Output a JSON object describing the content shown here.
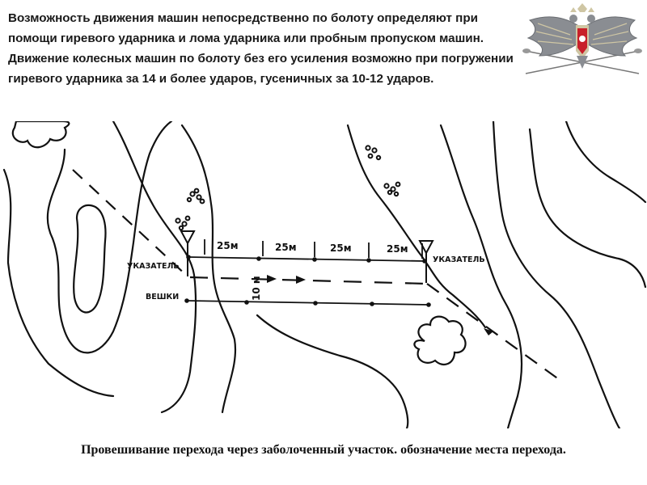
{
  "intro_text": "Возможность движения машин непосредственно по болоту определяют при помощи гиревого ударника и лома ударника или пробным пропуском машин. Движение колесных машин по болоту без его усиления возможно при погружении гиревого ударника за 14 и более ударов, гусеничных за 10-12 ударов.",
  "emblem": {
    "icon": "double-headed-eagle-emblem",
    "colors": {
      "gold": "#cfc6a4",
      "grey": "#8a8d92",
      "red": "#c8202a"
    }
  },
  "diagram": {
    "distance_labels": [
      "25м",
      "25м",
      "25м",
      "25м"
    ],
    "width_label": "10 м",
    "pointer_label_left": "УКАЗАТЕЛЬ",
    "pointer_label_right": "УКАЗАТЕЛЬ",
    "stakes_label": "ВЕШКИ"
  },
  "caption": "Провешивание перехода через заболоченный участок. обозначение места перехода."
}
